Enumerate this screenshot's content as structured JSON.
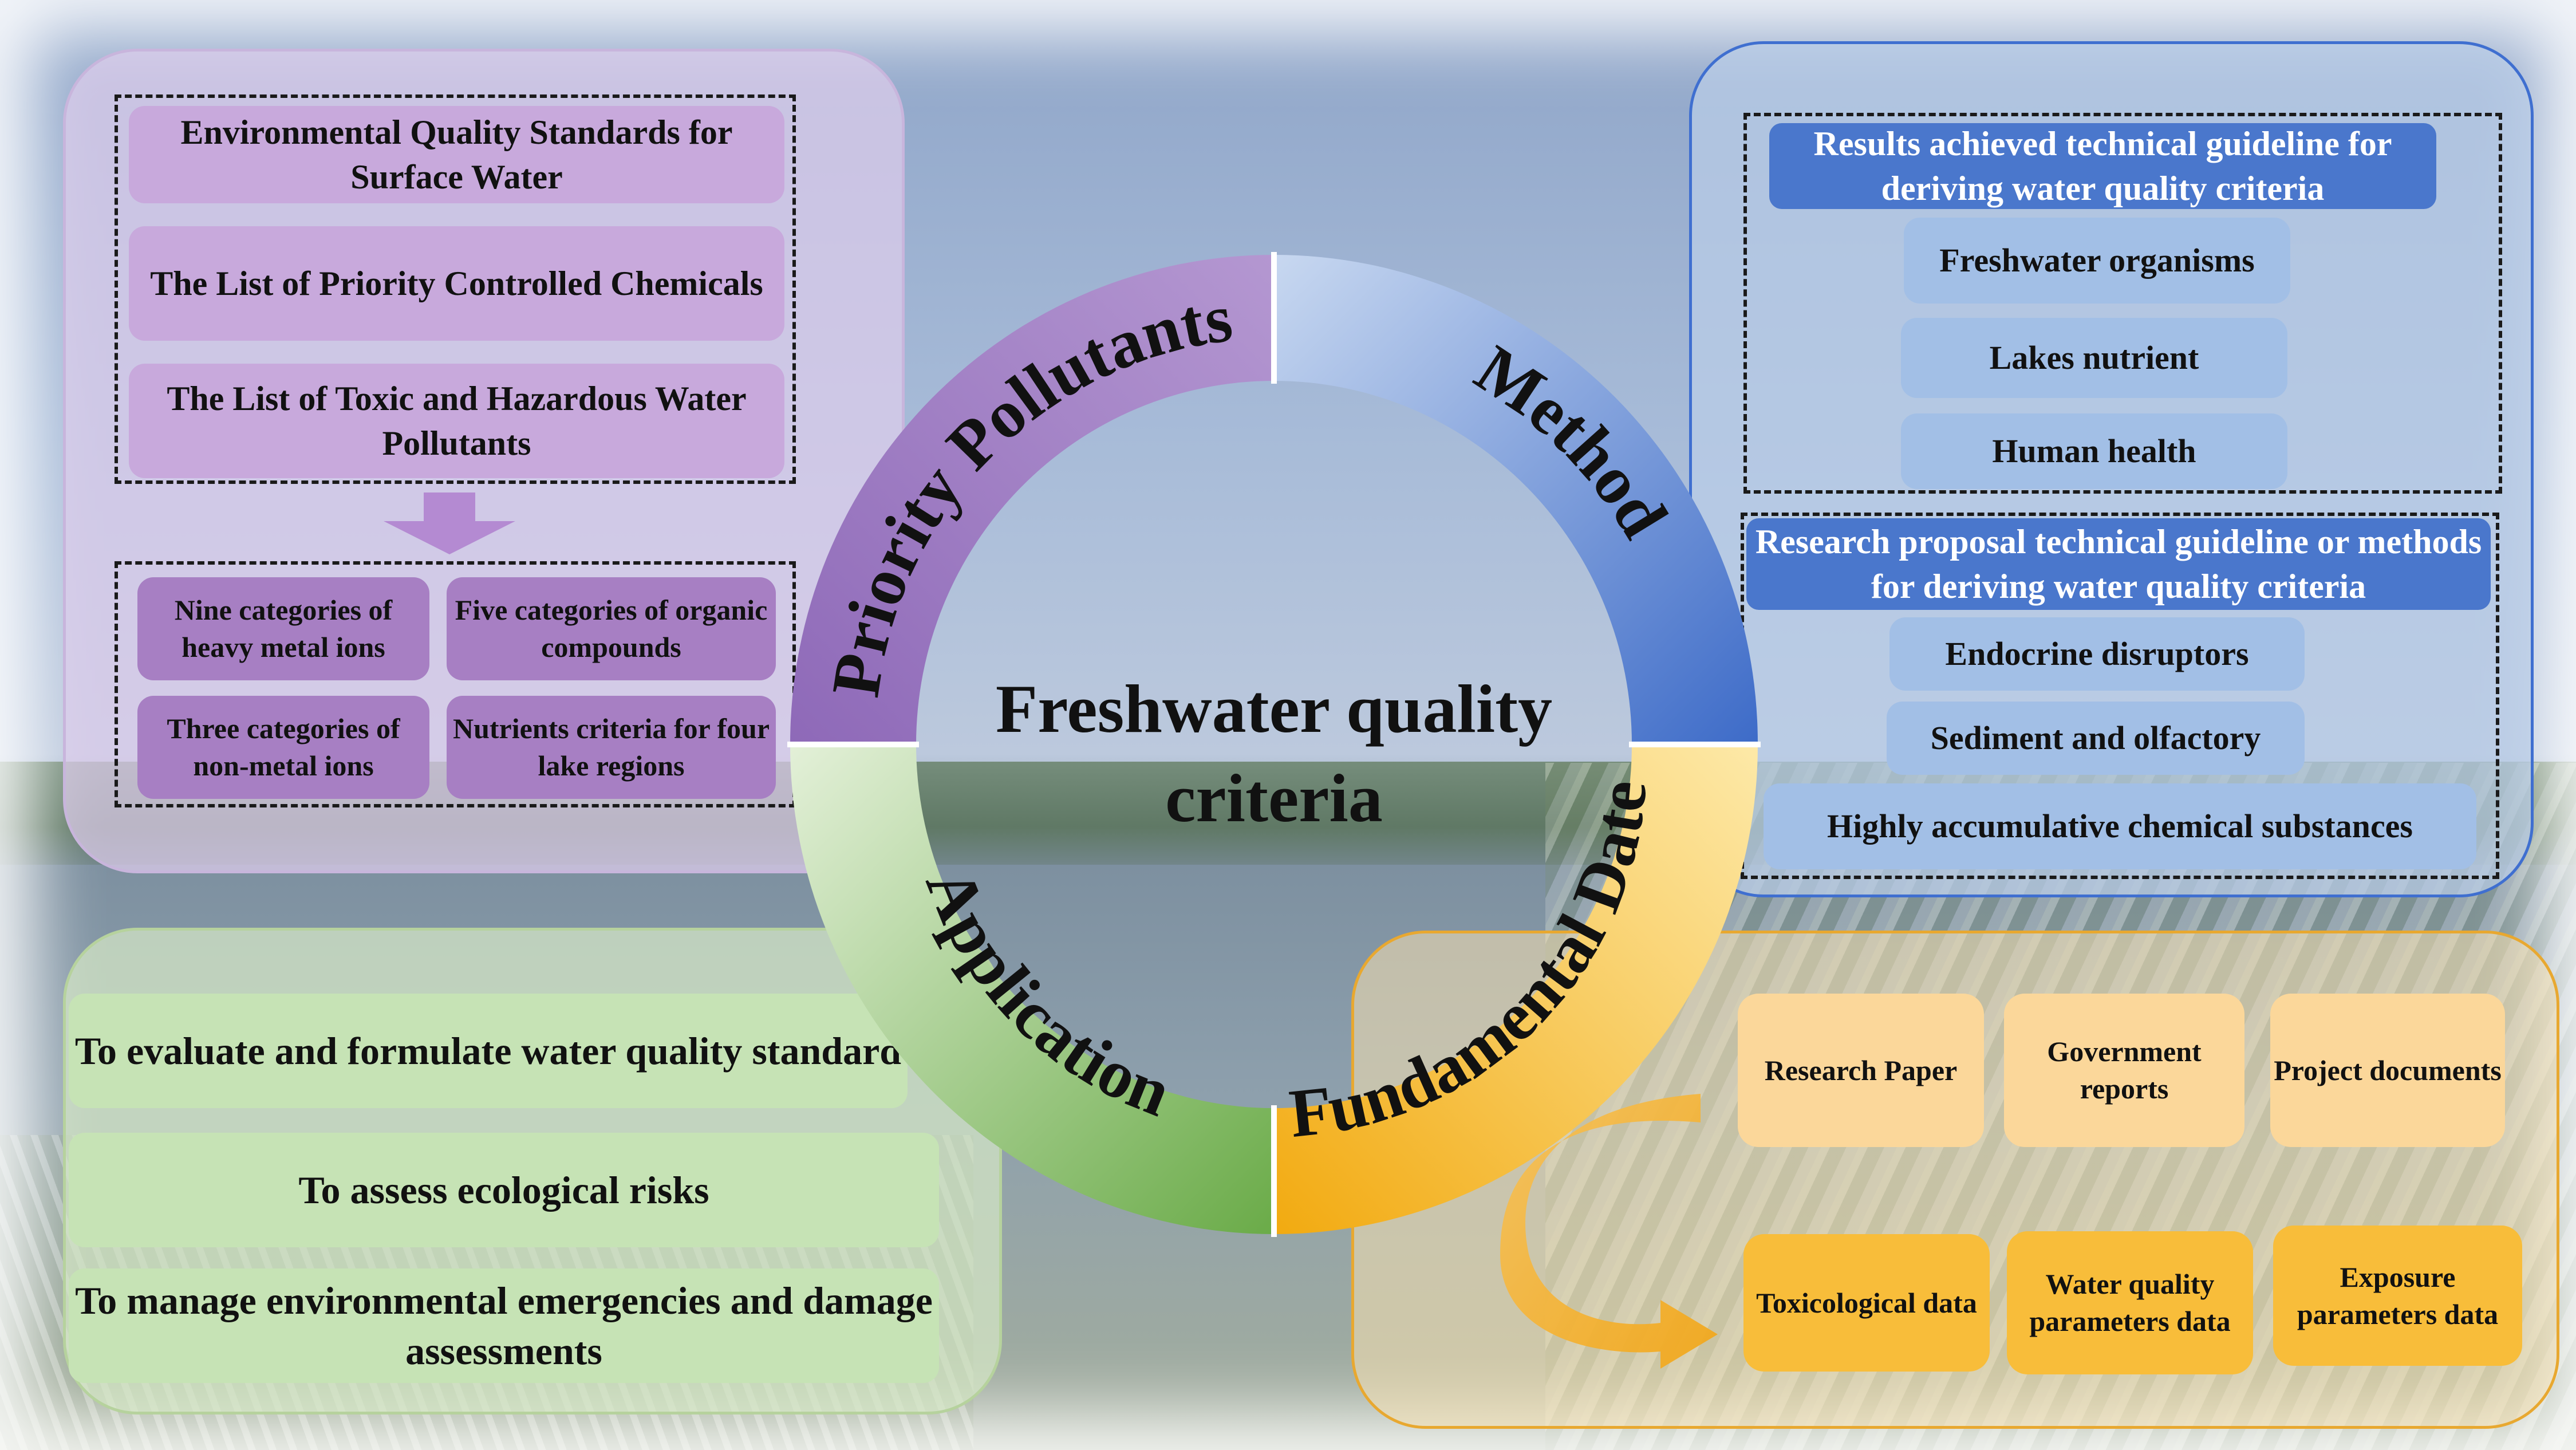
{
  "center_title": [
    "Freshwater quality",
    "criteria"
  ],
  "ring_labels": {
    "priority": "Priority Pollutants",
    "method": "Method",
    "application": "Application",
    "fundamental": "Fundamental Date"
  },
  "priority_panel": {
    "standards": [
      "Environmental Quality Standards for Surface Water",
      "The List of Priority Controlled Chemicals",
      "The List of Toxic and Hazardous Water Pollutants"
    ],
    "categories": [
      "Nine categories of heavy metal ions",
      "Five categories of organic compounds",
      "Three categories of non-metal ions",
      "Nutrients criteria for four lake regions"
    ]
  },
  "method_panel": {
    "achieved_header": "Results achieved technical guideline for deriving water quality criteria",
    "achieved_items": [
      "Freshwater organisms",
      "Lakes nutrient",
      "Human health"
    ],
    "proposal_header": "Research proposal technical guideline or methods for deriving water quality criteria",
    "proposal_items": [
      "Endocrine disruptors",
      "Sediment and olfactory",
      "Highly accumulative chemical substances"
    ]
  },
  "application_panel": {
    "items": [
      "To evaluate and formulate water quality standard",
      "To assess ecological risks",
      "To manage environmental emergencies and damage assessments"
    ]
  },
  "fundamental_panel": {
    "sources": [
      "Research Paper",
      "Government reports",
      "Project documents"
    ],
    "data": [
      "Toxicological data",
      "Water quality parameters data",
      "Exposure parameters data"
    ]
  },
  "colors": {
    "priority": "#a57fc6",
    "method": "#4f7ed0",
    "application": "#7cba5e",
    "fundamental": "#f4b41a"
  }
}
